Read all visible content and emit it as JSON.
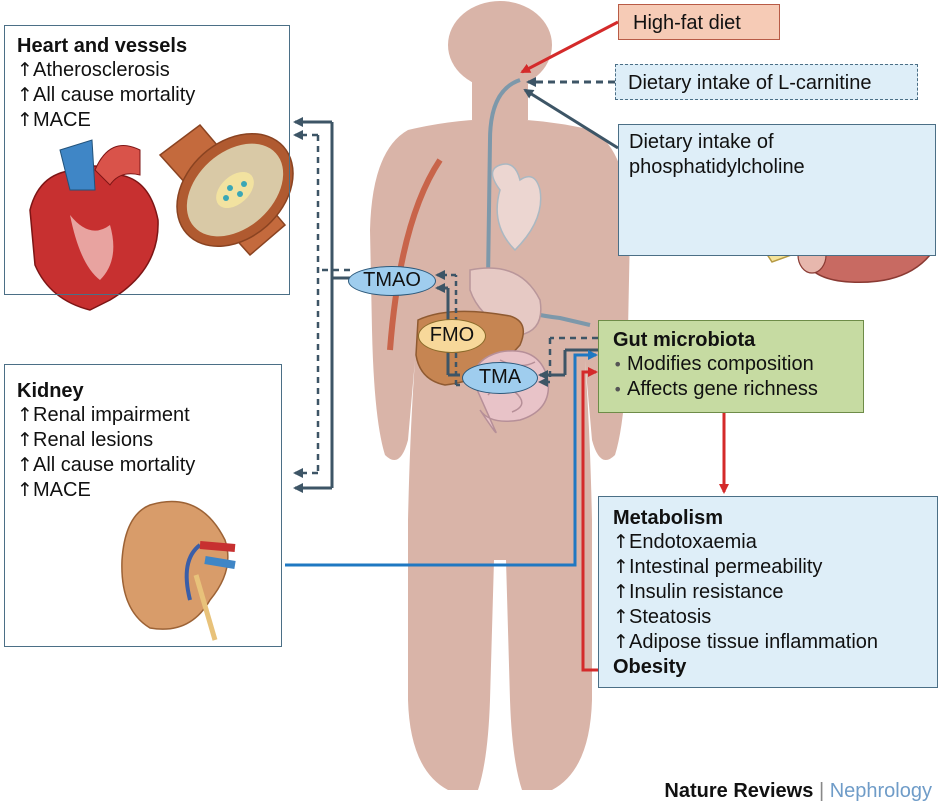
{
  "diet": {
    "high_fat": "High-fat diet",
    "l_carnitine": "Dietary intake of L-carnitine",
    "phosphatidylcholine": [
      "Dietary intake of",
      "phosphatidylcholine"
    ]
  },
  "heart_panel": {
    "title": "Heart and vessels",
    "items": [
      "Atherosclerosis",
      "All cause mortality",
      "MACE"
    ]
  },
  "kidney_panel": {
    "title": "Kidney",
    "items": [
      "Renal impairment",
      "Renal lesions",
      "All cause mortality",
      "MACE"
    ]
  },
  "gut_panel": {
    "title": "Gut microbiota",
    "items": [
      "Modifies composition",
      "Affects gene richness"
    ]
  },
  "metabolism_panel": {
    "title": "Metabolism",
    "items": [
      "Endotoxaemia",
      "Intestinal permeability",
      "Insulin resistance",
      "Steatosis",
      "Adipose tissue inflammation"
    ],
    "obesity": "Obesity"
  },
  "molecules": {
    "tmao": "TMAO",
    "fmo": "FMO",
    "tma": "TMA"
  },
  "symbols": {
    "increase": "↑",
    "bullet": "•"
  },
  "footer": {
    "journal": "Nature Reviews",
    "separator": "|",
    "section": "Nephrology"
  },
  "colors": {
    "panel_blue": "#deeef8",
    "gut_green": "#c6dba2",
    "diet_pink": "#f6cbb6",
    "body_skin": "#d9b4a8",
    "red_arrow": "#d42a2a",
    "blue_arrow": "#1f78c2",
    "grey_arrow": "#3d5566",
    "section_blue": "#6f9cc8"
  }
}
